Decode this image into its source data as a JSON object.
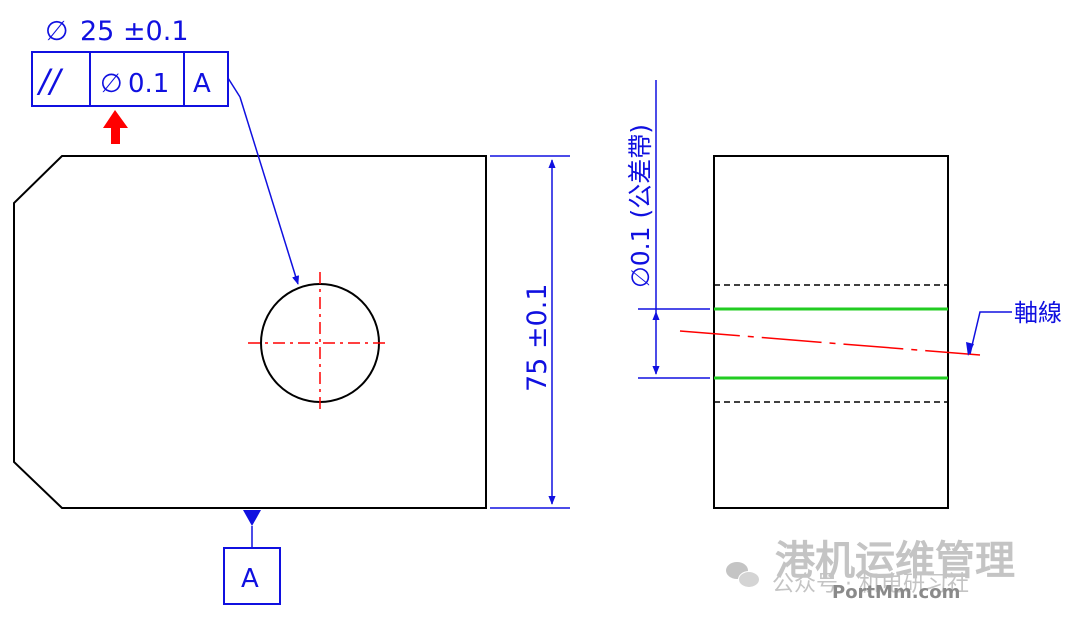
{
  "colors": {
    "outline": "#000000",
    "dimension": "#1010e0",
    "centerline": "#ff0000",
    "tolerance_zone": "#22cc22",
    "arrow_marker": "#ff0000",
    "watermark": "#c4c4c4"
  },
  "front_view": {
    "diameter_symbol": "∅",
    "diameter_text": "25 ±0.1",
    "fcf": {
      "symbol": "//",
      "tolerance_symbol": "∅",
      "tolerance_value": "0.1",
      "datum": "A"
    },
    "height_text": "75 ±0.1",
    "datum_label": "A",
    "red_marker_icon": "up-arrow-icon"
  },
  "side_view": {
    "zone_symbol": "∅",
    "zone_text": "0.1 (公差帶)",
    "axis_label": "軸線"
  },
  "watermark": {
    "line1": "港机运维管理",
    "line2": "公众号 · 机电研习社",
    "line3": "PortMm.com",
    "icon": "wechat-icon"
  }
}
